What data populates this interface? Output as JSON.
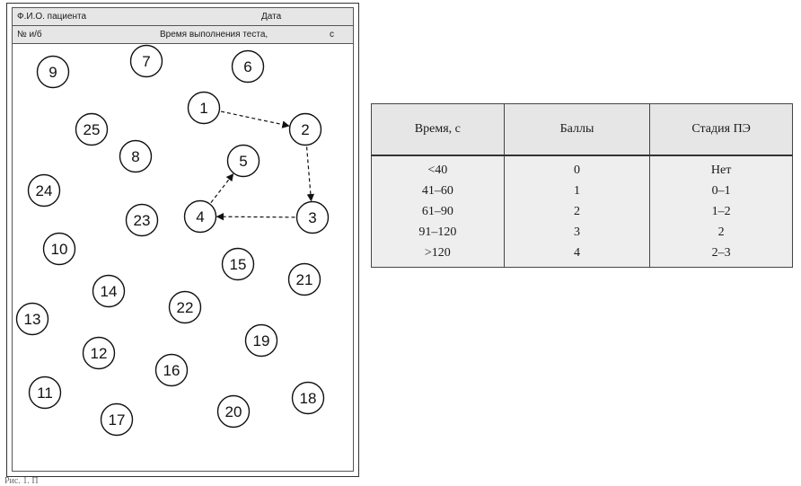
{
  "form": {
    "patient_name_label": "Ф.И.О. пациента",
    "date_label": "Дата",
    "record_label": "№ и/б",
    "time_label": "Время выполнения теста,",
    "time_unit": "с",
    "circles": [
      "9",
      "7",
      "6",
      "1",
      "2",
      "25",
      "8",
      "5",
      "24",
      "23",
      "4",
      "3",
      "10",
      "15",
      "14",
      "21",
      "22",
      "13",
      "19",
      "12",
      "16",
      "11",
      "20",
      "18",
      "17"
    ],
    "arrows": [
      [
        "1",
        "2"
      ],
      [
        "2",
        "3"
      ],
      [
        "3",
        "4"
      ],
      [
        "4",
        "5"
      ]
    ]
  },
  "table": {
    "headers": [
      "Время, с",
      "Баллы",
      "Стадия ПЭ"
    ],
    "rows": [
      [
        "<40",
        "0",
        "Нет"
      ],
      [
        "41–60",
        "1",
        "0–1"
      ],
      [
        "61–90",
        "2",
        "1–2"
      ],
      [
        "91–120",
        "3",
        "2"
      ],
      [
        ">120",
        "4",
        "2–3"
      ]
    ]
  },
  "caption": "Рис. 1. П"
}
